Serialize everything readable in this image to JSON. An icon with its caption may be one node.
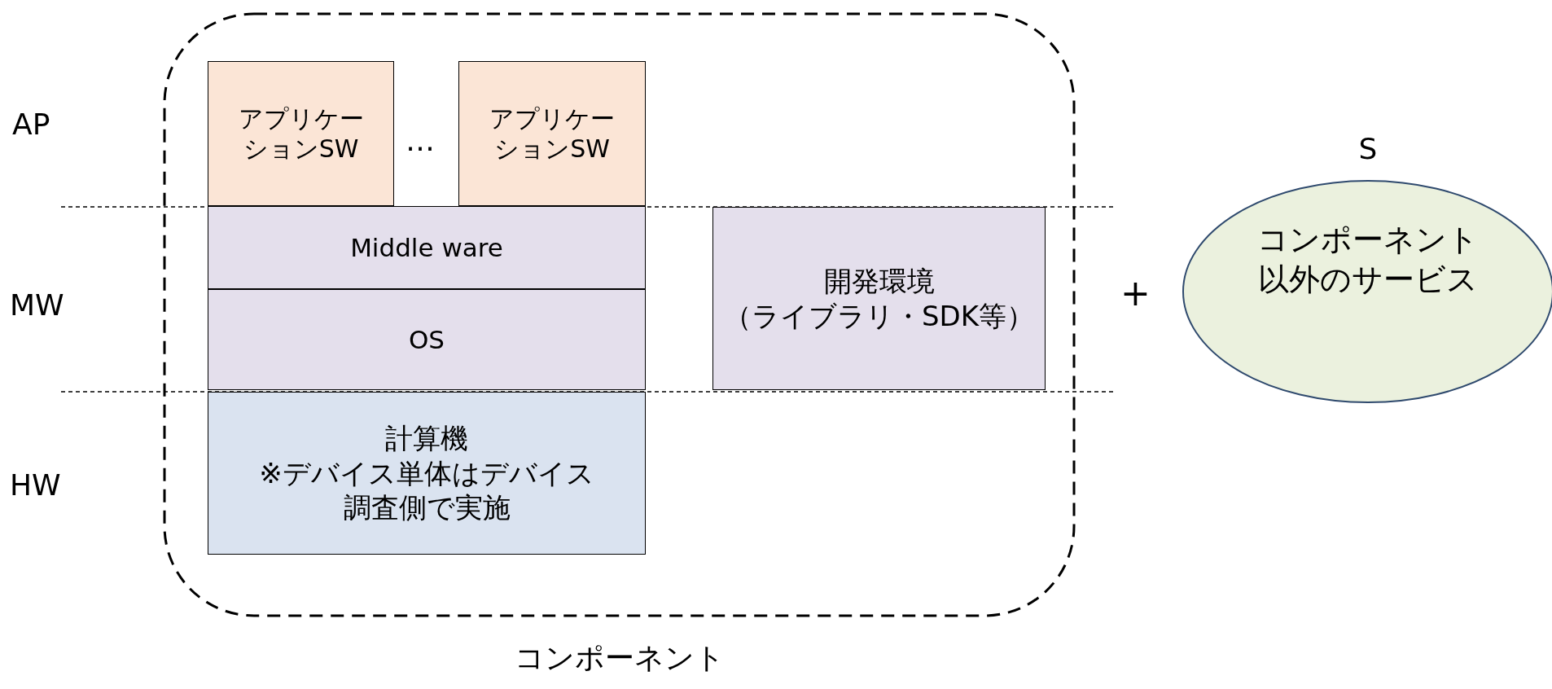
{
  "diagram": {
    "nodes": [
      {
        "text": [
          "コンポーネント"
        ]
      },
      {
        "text": [
          "アプリケーションSW"
        ],
        "in": 0
      },
      {
        "text": [
          "アプリケーションSW"
        ],
        "in": 0
      },
      {
        "text": [
          "Middle ware"
        ],
        "in": 0
      },
      {
        "text": [
          "OS"
        ],
        "in": 0
      },
      {
        "text": [
          "開発環境",
          "（ライブラリ・SDK等）"
        ],
        "in": 0
      },
      {
        "text": [
          "計算機",
          "※デバイス単体はデバイス調査側で実施"
        ],
        "in": 0
      },
      {
        "text": [
          "S",
          "コンポーネント以外のサービス"
        ]
      }
    ],
    "labels": [
      "AP",
      "MW",
      "HW",
      "…",
      "+"
    ]
  }
}
